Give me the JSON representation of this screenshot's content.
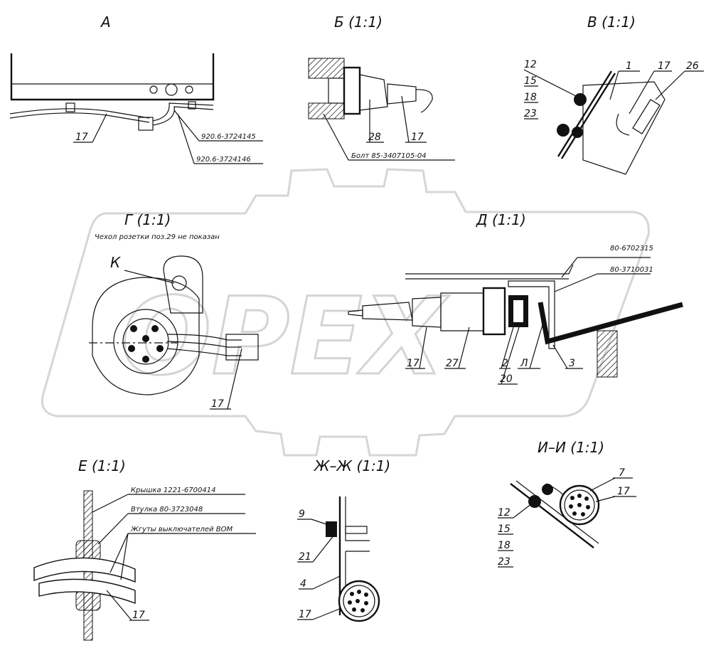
{
  "views": {
    "A": {
      "title": "А",
      "labels": {
        "n17": "17",
        "p1": "920.6-3724145",
        "p2": "920.6-3724146"
      }
    },
    "B": {
      "title": "Б (1:1)",
      "labels": {
        "bolt": "Болт 85-3407105-04",
        "n28": "28",
        "n17": "17"
      }
    },
    "V": {
      "title": "В (1:1)",
      "labels": {
        "n12": "12",
        "n15": "15",
        "n18": "18",
        "n23": "23",
        "n1": "1",
        "n17": "17",
        "n26": "26"
      }
    },
    "G": {
      "title": "Г (1:1)",
      "note": "Чехол розетки поз.29 не показан",
      "labels": {
        "K": "К",
        "n17": "17"
      }
    },
    "D": {
      "title": "Д (1:1)",
      "labels": {
        "p1": "80-6702315",
        "p2": "80-3710031",
        "n17": "17",
        "n27": "27",
        "n2": "2",
        "n20": "20",
        "L": "Л",
        "n3": "3"
      }
    },
    "E": {
      "title": "Е (1:1)",
      "labels": {
        "cover": "Крышка 1221-6700414",
        "sleeve": "Втулка 80-3723048",
        "harness": "Жгуты выключателей ВОМ",
        "n17": "17"
      }
    },
    "ZH": {
      "title": "Ж–Ж (1:1)",
      "labels": {
        "n9": "9",
        "n21": "21",
        "n4": "4",
        "n17": "17"
      }
    },
    "I": {
      "title": "И–И (1:1)",
      "labels": {
        "n7": "7",
        "n17": "17",
        "n12": "12",
        "n15": "15",
        "n18": "18",
        "n23": "23"
      }
    }
  },
  "watermark": {
    "text": "OPEX"
  }
}
